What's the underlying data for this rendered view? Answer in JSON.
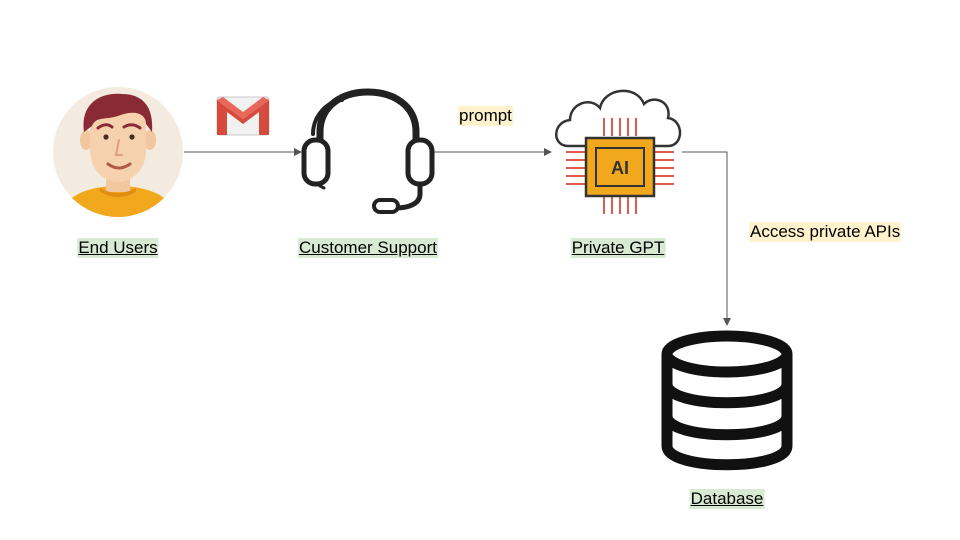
{
  "nodes": {
    "end_users": {
      "label": "End Users",
      "icon": "user-avatar-icon"
    },
    "customer_support": {
      "label": "Customer Support",
      "icon": "headset-icon"
    },
    "private_gpt": {
      "label": "Private GPT",
      "icon": "ai-cloud-chip-icon"
    },
    "database": {
      "label": "Database",
      "icon": "database-icon"
    }
  },
  "edges": [
    {
      "from": "end_users",
      "to": "customer_support",
      "icon": "gmail-icon",
      "label": ""
    },
    {
      "from": "customer_support",
      "to": "private_gpt",
      "label": "prompt"
    },
    {
      "from": "private_gpt",
      "to": "database",
      "label": "Access private APIs"
    }
  ],
  "colors": {
    "node_label_bg": "#d9ead3",
    "edge_label_bg": "#fff2cc",
    "gmail_red": "#d54b3d",
    "ai_chip_orange": "#f2a81d",
    "ai_chip_red": "#e05b4f"
  }
}
